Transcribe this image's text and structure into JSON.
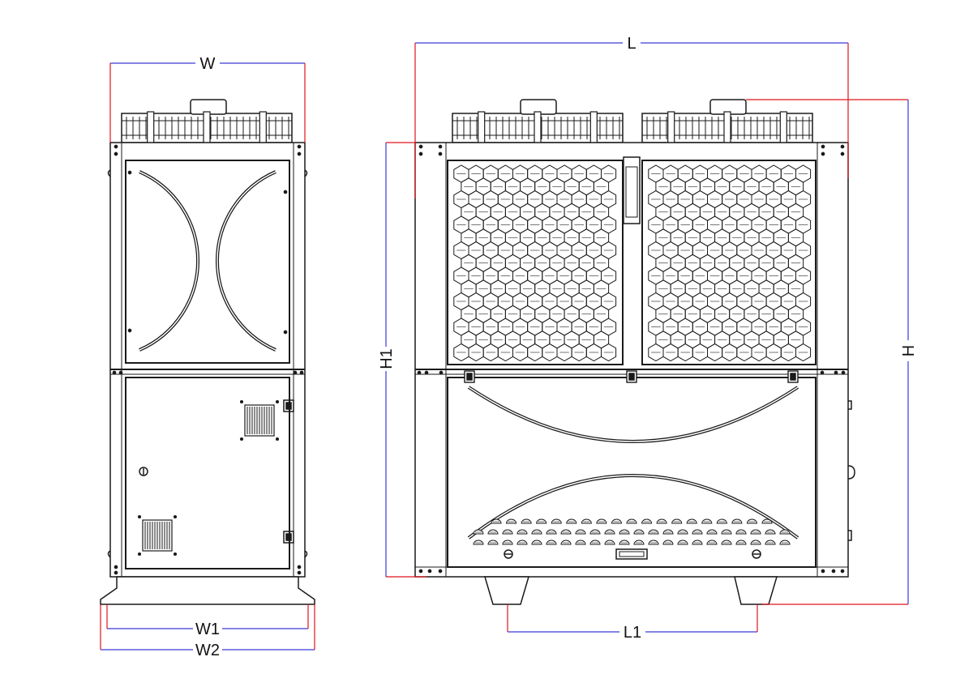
{
  "dimension_labels": {
    "w": "W",
    "w1": "W1",
    "w2": "W2",
    "l": "L",
    "l1": "L1",
    "h": "H",
    "h1": "H1"
  },
  "colors": {
    "line": "#1a1a1a",
    "dimension_blue": "#3a3ad8",
    "dimension_red": "#e0141c",
    "panel_fill": "#ffffff"
  },
  "views": [
    "side-view",
    "front-view"
  ],
  "icons": [
    "fan-guard",
    "honeycomb-grille",
    "vent-slot",
    "door-hinge",
    "door-lock",
    "mounting-foot"
  ]
}
